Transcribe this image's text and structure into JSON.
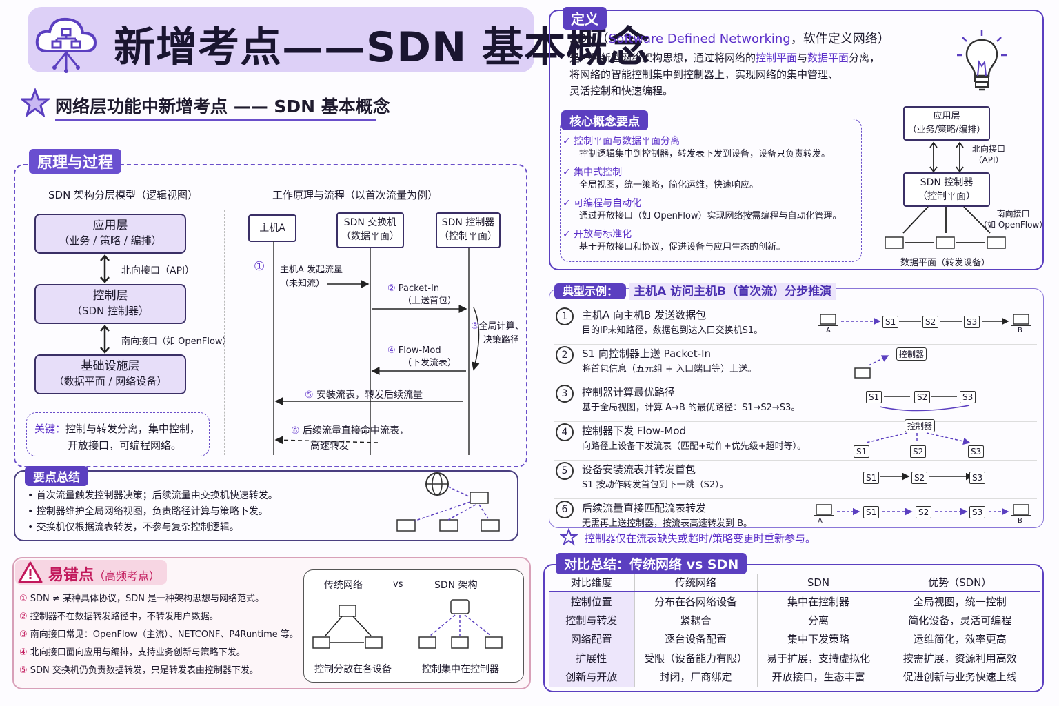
{
  "title": "新增考点——SDN 基本概念",
  "subtitle": "网络层功能中新增考点 —— SDN 基本概念",
  "principle": {
    "tag": "原理与过程",
    "model_title": "SDN 架构分层模型（逻辑视图）",
    "layers": [
      {
        "name": "应用层",
        "sub": "（业务 / 策略 / 编排）"
      },
      {
        "name": "控制层",
        "sub": "（SDN 控制器）"
      },
      {
        "name": "基础设施层",
        "sub": "（数据平面 / 网络设备）"
      }
    ],
    "north_if": "北向接口（API）",
    "south_if": "南向接口（如 OpenFlow）",
    "key_label": "关键：",
    "key_text1": "控制与转发分离，集中控制，",
    "key_text2": "开放接口，可编程网络。",
    "flow_title": "工作原理与流程（以首次流量为例）",
    "host_a": "主机A",
    "switch1": "SDN 交换机",
    "switch2": "（数据平面）",
    "ctrl1": "SDN 控制器",
    "ctrl2": "（控制平面）",
    "s1_num": "①",
    "s1a": "主机A 发起流量",
    "s1b": "（未知流）",
    "s2_num": "②",
    "s2a": "Packet-In",
    "s2b": "（上送首包）",
    "s3_num": "③",
    "s3a": "全局计算、",
    "s3b": "决策路径",
    "s4_num": "④",
    "s4a": "Flow-Mod",
    "s4b": "（下发流表）",
    "s5_num": "⑤",
    "s5": "安装流表，转发后续流量",
    "s6_num": "⑥",
    "s6a": "后续流量直接命中流表，",
    "s6b": "高速转发"
  },
  "summary": {
    "tag": "要点总结",
    "items": [
      "首次流量触发控制器决策；后续流量由交换机快速转发。",
      "控制器维护全局网络视图，负责路径计算与策略下发。",
      "交换机仅根据流表转发，不参与复杂控制逻辑。"
    ]
  },
  "errors": {
    "title": "易错点",
    "sub": "（高频考点）",
    "items": [
      {
        "num": "①",
        "text": "SDN ≠ 某种具体协议，SDN 是一种架构思想与网络范式。"
      },
      {
        "num": "②",
        "text": "控制器不在数据转发路径中，不转发用户数据。"
      },
      {
        "num": "③",
        "text": "南向接口常见：OpenFlow（主流）、NETCONF、P4Runtime 等。"
      },
      {
        "num": "④",
        "text": "北向接口面向应用与编排，支持业务创新与策略下发。"
      },
      {
        "num": "⑤",
        "text": "SDN 交换机仍负责数据转发，只是转发表由控制器下发。"
      }
    ],
    "cmp_left": "传统网络",
    "cmp_vs": "vs",
    "cmp_right": "SDN 架构",
    "cmp_left_cap": "控制分散在各设备",
    "cmp_right_cap": "控制集中在控制器"
  },
  "definition": {
    "tag": "定义",
    "line0_pre": "SDN（",
    "line0_en": "Software Defined Networking",
    "line0_post": "，软件定义网络）",
    "line1_a": "是一种新型网络架构思想，通过将网络的",
    "line1_b": "控制平面",
    "line1_c": "与",
    "line1_d": "数据平面",
    "line1_e": "分离，",
    "line2": "将网络的智能控制集中到控制器上，实现网络的集中管理、",
    "line3": "灵活控制和快速编程。"
  },
  "core": {
    "tag": "核心概念要点",
    "items": [
      {
        "title": "控制平面与数据平面分离",
        "desc": "控制逻辑集中到控制器，转发表下发到设备，设备只负责转发。"
      },
      {
        "title": "集中式控制",
        "desc": "全局视图，统一策略，简化运维，快速响应。"
      },
      {
        "title": "可编程与自动化",
        "desc": "通过开放接口（如 OpenFlow）实现网络按需编程与自动化管理。"
      },
      {
        "title": "开放与标准化",
        "desc": "基于开放接口和协议，促进设备与应用生态的创新。"
      }
    ],
    "arch_app1": "应用层",
    "arch_app2": "（业务/策略/编排）",
    "arch_north1": "北向接口",
    "arch_north2": "（API）",
    "arch_ctrl1": "SDN 控制器",
    "arch_ctrl2": "（控制平面）",
    "arch_south1": "南向接口",
    "arch_south2": "（如 OpenFlow）",
    "arch_data": "数据平面（转发设备）"
  },
  "example": {
    "tag": "典型示例：",
    "title": "主机A 访问主机B（首次流）分步推演",
    "steps": [
      {
        "num": "1",
        "title": "主机A 向主机B 发送数据包",
        "desc": "目的IP未知路径，数据包到达入口交换机S1。"
      },
      {
        "num": "2",
        "title": "S1 向控制器上送 Packet-In",
        "desc": "将首包信息（五元组 + 入口端口等）上送。"
      },
      {
        "num": "3",
        "title": "控制器计算最优路径",
        "desc": "基于全局视图，计算 A→B 的最优路径：S1→S2→S3。"
      },
      {
        "num": "4",
        "title": "控制器下发 Flow-Mod",
        "desc": "向路径上设备下发流表（匹配+动作+优先级+超时等）。"
      },
      {
        "num": "5",
        "title": "设备安装流表并转发首包",
        "desc": "S1 按动作转发首包到下一跳（S2）。"
      },
      {
        "num": "6",
        "title": "后续流量直接匹配流表转发",
        "desc": "无需再上送控制器，按流表高速转发到 B。"
      }
    ],
    "ctrl_label": "控制器",
    "s1": "S1",
    "s2": "S2",
    "s3": "S3",
    "a": "A",
    "b": "B",
    "note": "控制器仅在流表缺失或超时/策略变更时重新参与。"
  },
  "compare": {
    "tag": "对比总结：传统网络 vs SDN",
    "headers": [
      "对比维度",
      "传统网络",
      "SDN",
      "优势（SDN）"
    ],
    "rows": [
      [
        "控制位置",
        "分布在各网络设备",
        "集中在控制器",
        "全局视图，统一控制"
      ],
      [
        "控制与转发",
        "紧耦合",
        "分离",
        "简化设备，灵活可编程"
      ],
      [
        "网络配置",
        "逐台设备配置",
        "集中下发策略",
        "运维简化，效率更高"
      ],
      [
        "扩展性",
        "受限（设备能力有限）",
        "易于扩展，支持虚拟化",
        "按需扩展，资源利用高效"
      ],
      [
        "创新与开放",
        "封闭，厂商绑定",
        "开放接口，生态丰富",
        "促进创新与业务快速上线"
      ]
    ]
  }
}
